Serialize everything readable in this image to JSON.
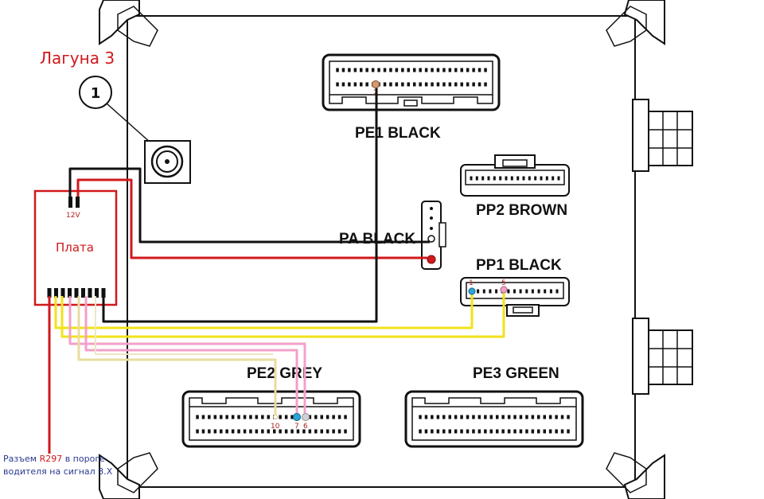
{
  "title": "Лагуна 3",
  "callout_number": "1",
  "board": {
    "label": "Плата",
    "voltage": "12V"
  },
  "connectors": {
    "pe1": "PE1 BLACK",
    "pa": "PA BLACK",
    "pp2": "PP2 BROWN",
    "pp1": "PP1 BLACK",
    "pe2": "PE2 GREY",
    "pe3": "PE3 GREEN"
  },
  "pin_labels": {
    "pe1_pin": "2",
    "pp1_pin_a": "1",
    "pp1_pin_b": "5",
    "pe2_pin_a": "10",
    "pe2_pin_b": "7",
    "pe2_pin_c": "6"
  },
  "note": {
    "prefix": "Разъем ",
    "code": "R297",
    "suffix": " в пороге",
    "line2": "водителя на сигнал З.Х"
  },
  "colors": {
    "wire_red": "#d0191c",
    "wire_black": "#111111",
    "wire_yellow": "#f2e21a",
    "wire_pink": "#f2a0c8",
    "wire_beige": "#e8dca0",
    "pin_blue": "#2aa7d8"
  }
}
